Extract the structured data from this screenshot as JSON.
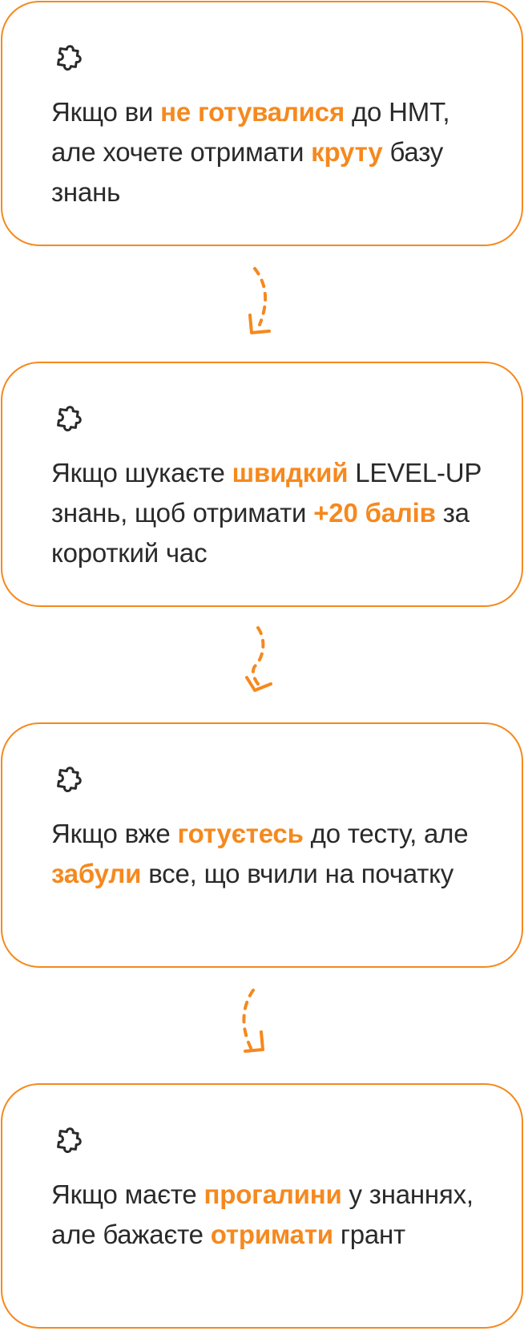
{
  "accent_color": "#F5891E",
  "text_color": "#2A2A2A",
  "cards": [
    {
      "icon": "puzzle-icon",
      "t1": "Якщо ви ",
      "h1": "не готувалися",
      "t2": " до НМТ, але хочете отримати ",
      "h2": "круту",
      "t3": " базу знань"
    },
    {
      "icon": "puzzle-icon",
      "t1": "Якщо шукаєте ",
      "h1": "швидкий",
      "t2": " LEVEL-UP знань, щоб отримати ",
      "h2": "+20 балів",
      "t3": " за короткий час"
    },
    {
      "icon": "puzzle-icon",
      "t1": "Якщо вже ",
      "h1": "готуєтесь",
      "t2": " до тесту, але ",
      "h2": "забули",
      "t3": " все, що вчили на початку"
    },
    {
      "icon": "puzzle-icon",
      "t1": "Якщо маєте ",
      "h1": "прогалини",
      "t2": " у знаннях, але бажаєте ",
      "h2": "отримати",
      "t3": " грант"
    }
  ],
  "arrows": [
    {
      "icon": "dashed-arrow-down-icon"
    },
    {
      "icon": "dashed-arrow-down-icon"
    },
    {
      "icon": "dashed-arrow-down-icon"
    }
  ]
}
